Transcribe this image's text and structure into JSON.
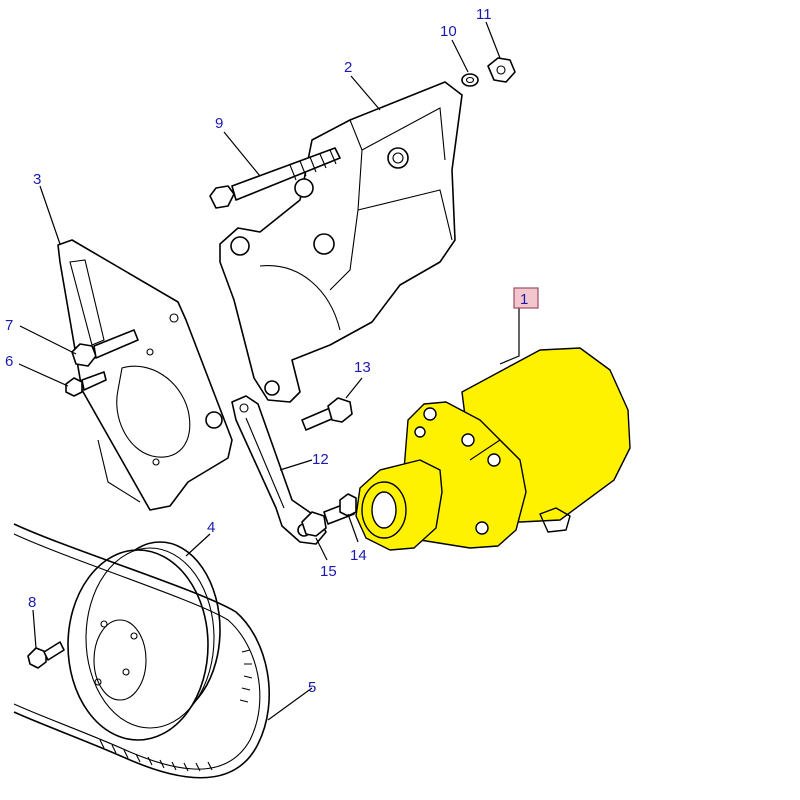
{
  "highlight_color": "#fff200",
  "callout_color": "#1a1ab0",
  "callouts": [
    {
      "id": "1",
      "label": "1",
      "highlighted": true
    },
    {
      "id": "2",
      "label": "2"
    },
    {
      "id": "3",
      "label": "3"
    },
    {
      "id": "4",
      "label": "4"
    },
    {
      "id": "5",
      "label": "5"
    },
    {
      "id": "6",
      "label": "6"
    },
    {
      "id": "7",
      "label": "7"
    },
    {
      "id": "8",
      "label": "8"
    },
    {
      "id": "9",
      "label": "9"
    },
    {
      "id": "10",
      "label": "10"
    },
    {
      "id": "11",
      "label": "11"
    },
    {
      "id": "12",
      "label": "12"
    },
    {
      "id": "13",
      "label": "13"
    },
    {
      "id": "14",
      "label": "14"
    },
    {
      "id": "15",
      "label": "15"
    }
  ]
}
